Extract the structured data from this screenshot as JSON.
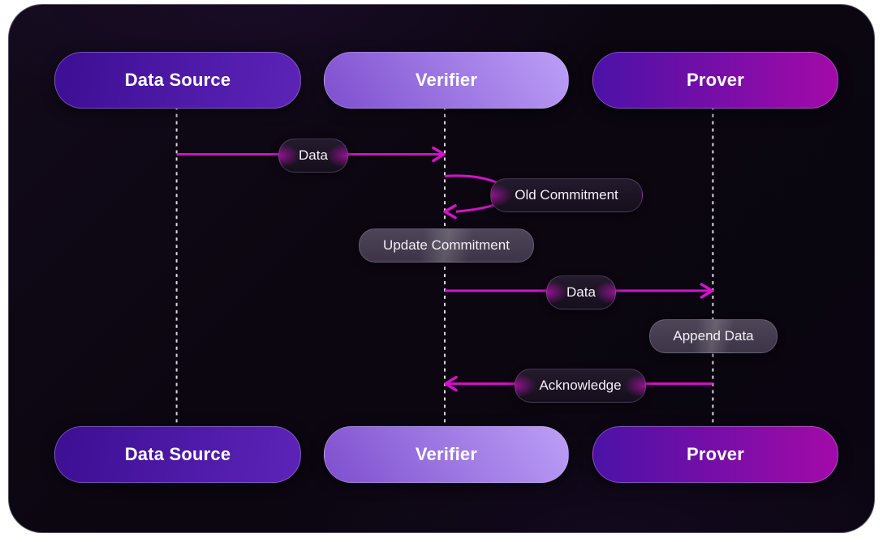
{
  "diagram": {
    "type": "sequence-diagram",
    "actors": [
      {
        "id": "data-source",
        "label": "Data Source"
      },
      {
        "id": "verifier",
        "label": "Verifier"
      },
      {
        "id": "prover",
        "label": "Prover"
      }
    ],
    "messages": [
      {
        "from": "Data Source",
        "to": "Verifier",
        "label": "Data",
        "kind": "message"
      },
      {
        "from": "Verifier",
        "to": "Verifier",
        "label": "Old Commitment",
        "kind": "self-message"
      },
      {
        "actor": "Verifier",
        "label": "Update Commitment",
        "kind": "note"
      },
      {
        "from": "Verifier",
        "to": "Prover",
        "label": "Data",
        "kind": "message"
      },
      {
        "actor": "Prover",
        "label": "Append Data",
        "kind": "note"
      },
      {
        "from": "Prover",
        "to": "Verifier",
        "label": "Acknowledge",
        "kind": "message"
      }
    ],
    "colors": {
      "arrow": "#d511cb",
      "lifeline": "#dcd7e1",
      "canvas_background": "#0b0610",
      "message_label_background": "#1c1424",
      "note_background": "#4c4456",
      "actor_data_source_gradient": [
        "#3c0f93",
        "#5d23b8"
      ],
      "actor_verifier_gradient": [
        "#7e4fce",
        "#bc9ff7"
      ],
      "actor_prover_gradient": [
        "#4b12a7",
        "#a30aa8"
      ]
    }
  }
}
